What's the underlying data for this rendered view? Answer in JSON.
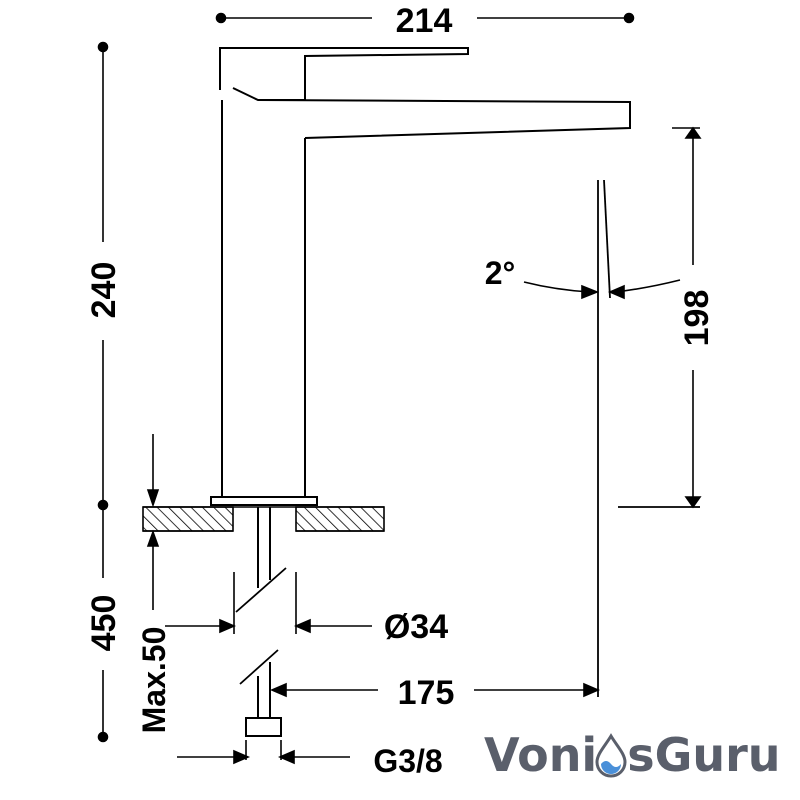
{
  "dimensions": {
    "total_width": "214",
    "total_height": "240",
    "spout_height": "198",
    "spout_angle": "2°",
    "hose_length": "450",
    "max_thickness": "Max.50",
    "hole_diameter": "Ø34",
    "spout_reach": "175",
    "thread": "G3/8"
  },
  "logo": {
    "part1": "Voni",
    "part2": "s",
    "part3": "Guru",
    "color_dark": "#5a5f6b",
    "color_accent": "#4a90d9"
  }
}
